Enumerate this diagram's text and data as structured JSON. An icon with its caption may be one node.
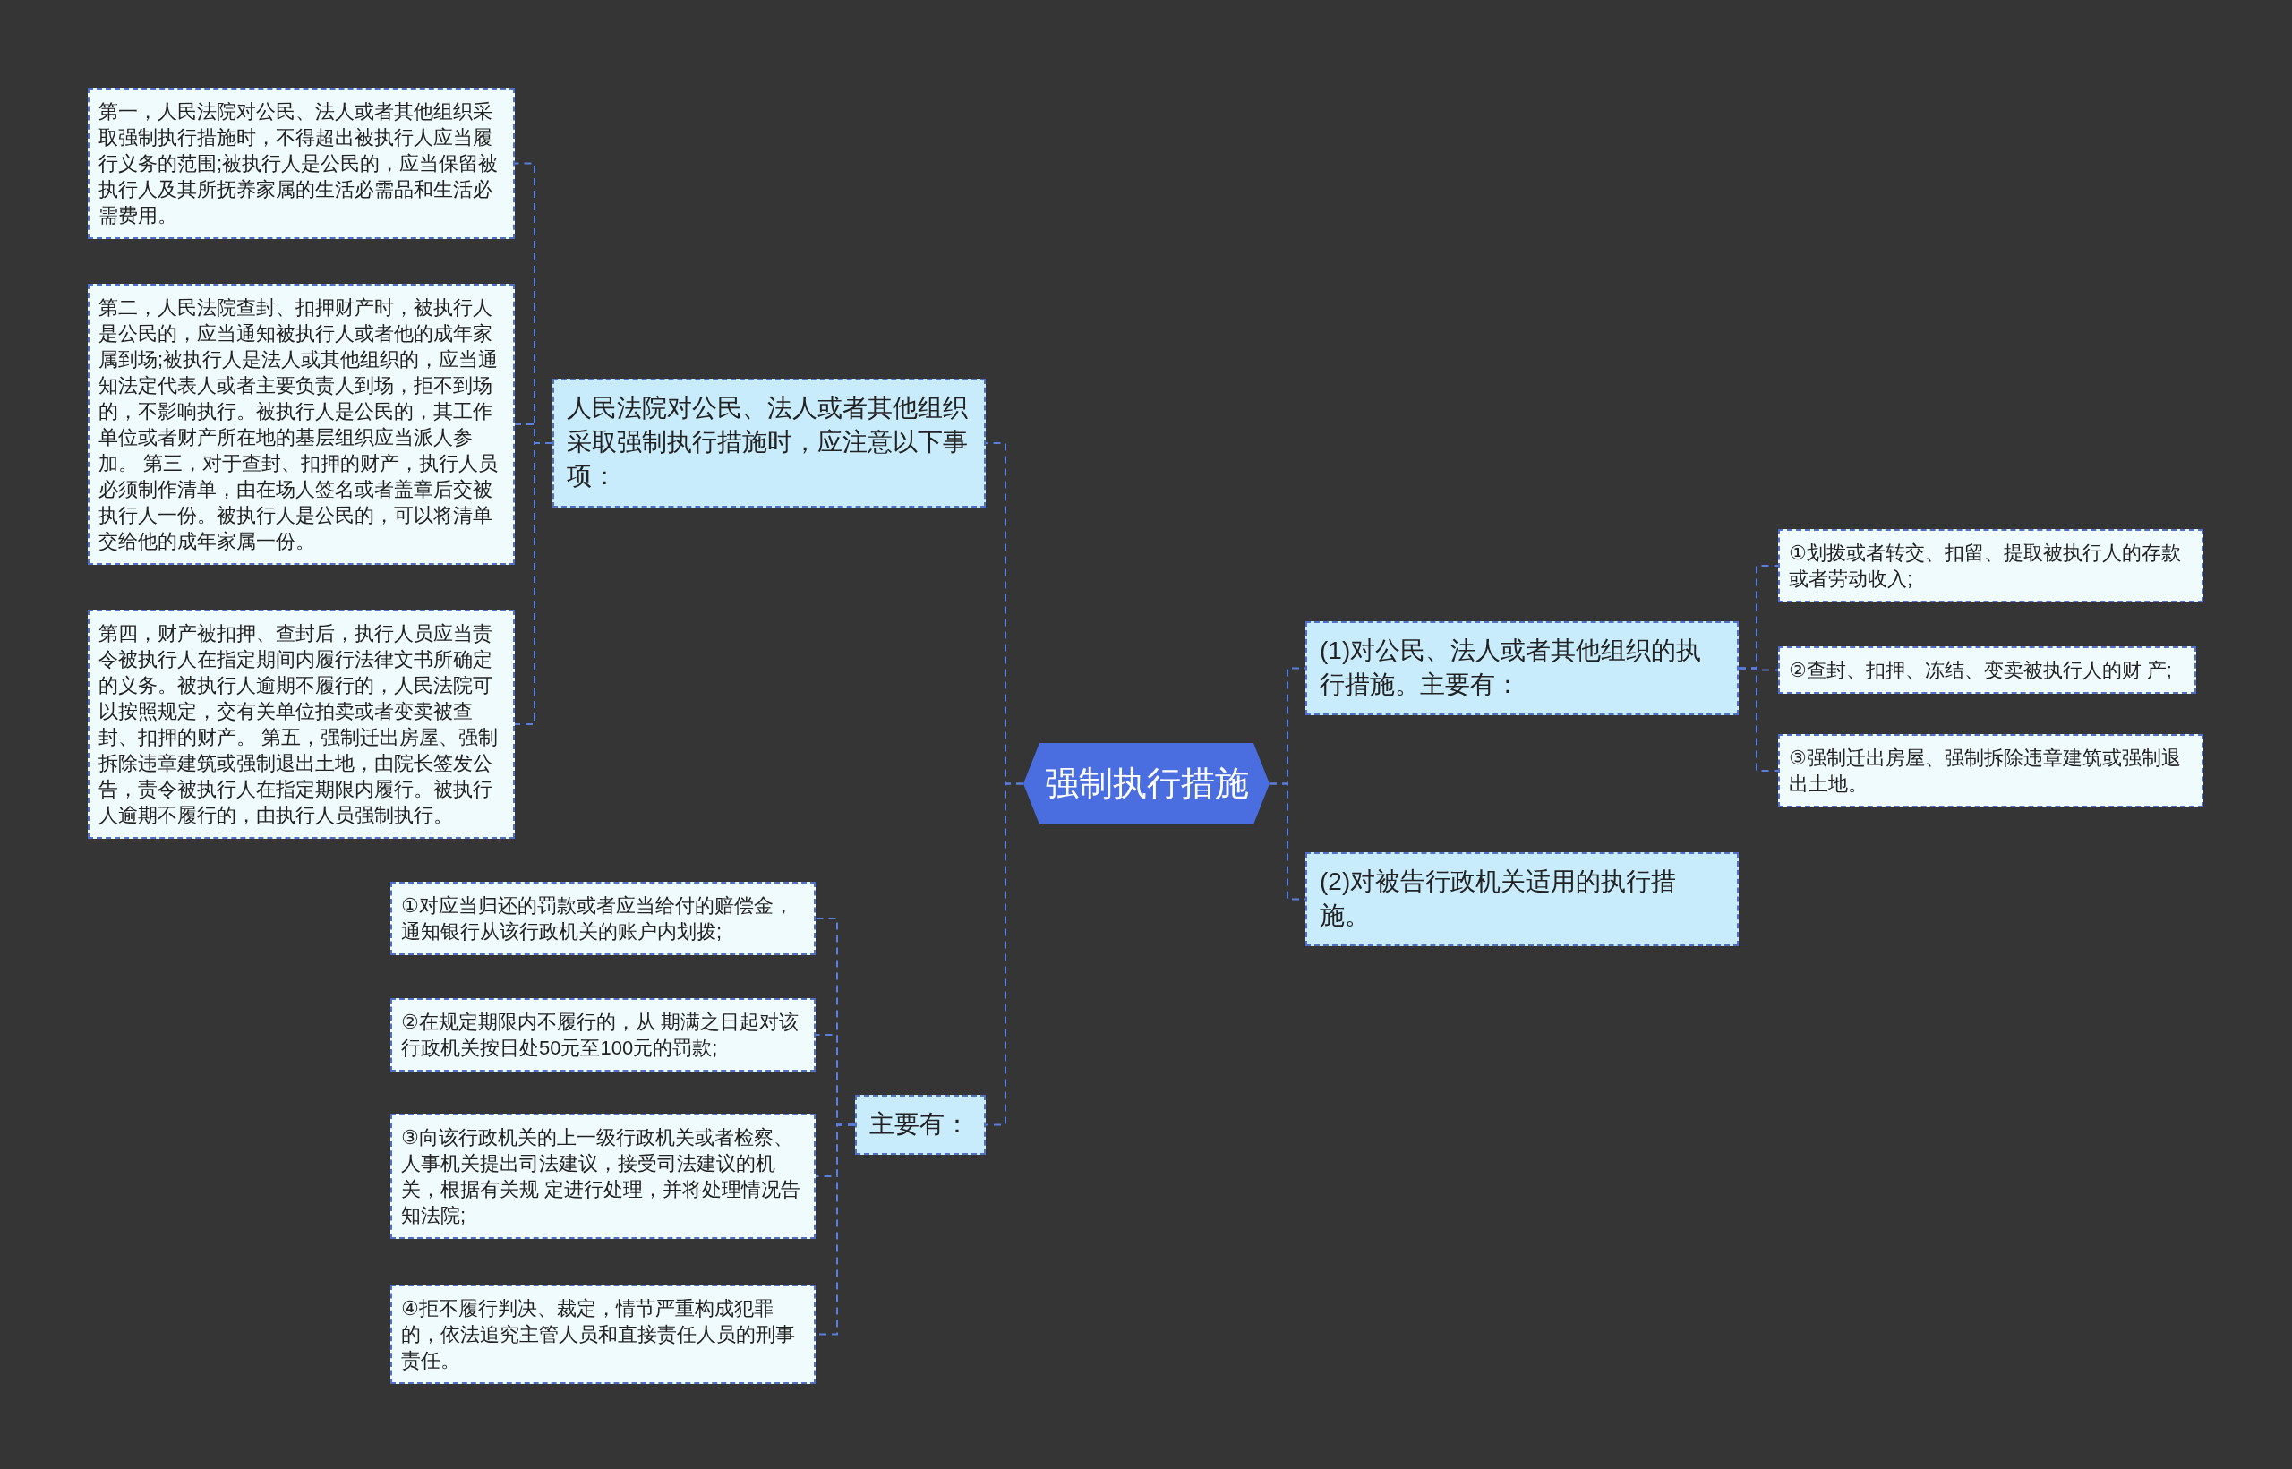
{
  "diagram": {
    "nodes": [
      {
        "text": [
          "强制执行措施"
        ]
      },
      {
        "text": [
          "人民法院对公民、法人或者其他组织采取强制执行措施时，应注意以下事项："
        ]
      },
      {
        "text": [
          "第一，人民法院对公民、法人或者其他组织采取强制执行措施时，不得超出被执行人应当履行义务的范围;被执行人是公民的，应当保留被执行人及其所抚养家属的生活必需品和生活必需费用。"
        ]
      },
      {
        "text": [
          "第二，人民法院查封、扣押财产时，被执行人是公民的，应当通知被执行人或者他的成年家属到场;被执行人是法人或其他组织的，应当通知法定代表人或者主要负责人到场，拒不到场的，不影响执行。被执行人是公民的，其工作单位或者财产所在地的基层组织应当派人参加。 第三，对于查封、扣押的财产，执行人员必须制作清单，由在场人签名或者盖章后交被执行人一份。被执行人是公民的，可以将清单交给他的成年家属一份。"
        ]
      },
      {
        "text": [
          "第四，财产被扣押、查封后，执行人员应当责令被执行人在指定期间内履行法律文书所确定的义务。被执行人逾期不履行的，人民法院可以按照规定，交有关单位拍卖或者变卖被查封、扣押的财产。 第五，强制迁出房屋、强制拆除违章建筑或强制退出土地，由院长签发公告，责令被执行人在指定期限内履行。被执行人逾期不履行的，由执行人员强制执行。"
        ]
      },
      {
        "text": [
          "主要有："
        ]
      },
      {
        "text": [
          "①对应当归还的罚款或者应当给付的赔偿金，通知银行从该行政机关的账户内划拨;"
        ]
      },
      {
        "text": [
          "②在规定期限内不履行的，从 期满之日起对该行政机关按日处50元至100元的罚款;"
        ]
      },
      {
        "text": [
          "③向该行政机关的上一级行政机关或者检察、人事机关提出司法建议，接受司法建议的机关，根据有关规 定进行处理，并将处理情况告知法院;"
        ]
      },
      {
        "text": [
          "④拒不履行判决、裁定，情节严重构成犯罪的，依法追究主管人员和直接责任人员的刑事责任。"
        ]
      },
      {
        "text": [
          "(1)对公民、法人或者其他组织的执行措施。主要有："
        ]
      },
      {
        "text": [
          "(2)对被告行政机关适用的执行措施。"
        ]
      },
      {
        "text": [
          "①划拨或者转交、扣留、提取被执行人的存款或者劳动收入;"
        ]
      },
      {
        "text": [
          "②查封、扣押、冻结、变卖被执行人的财 产;"
        ]
      },
      {
        "text": [
          "③强制迁出房屋、强制拆除违章建筑或强制退出土地。"
        ]
      }
    ],
    "edges": [
      {
        "from": 0,
        "to": 1,
        "arrow": "none"
      },
      {
        "from": 0,
        "to": 5,
        "arrow": "none"
      },
      {
        "from": 0,
        "to": 10,
        "arrow": "none"
      },
      {
        "from": 0,
        "to": 11,
        "arrow": "none"
      },
      {
        "from": 1,
        "to": 2,
        "arrow": "none"
      },
      {
        "from": 1,
        "to": 3,
        "arrow": "none"
      },
      {
        "from": 1,
        "to": 4,
        "arrow": "none"
      },
      {
        "from": 5,
        "to": 6,
        "arrow": "none"
      },
      {
        "from": 5,
        "to": 7,
        "arrow": "none"
      },
      {
        "from": 5,
        "to": 8,
        "arrow": "none"
      },
      {
        "from": 5,
        "to": 9,
        "arrow": "none"
      },
      {
        "from": 10,
        "to": 12,
        "arrow": "none"
      },
      {
        "from": 10,
        "to": 13,
        "arrow": "none"
      },
      {
        "from": 10,
        "to": 14,
        "arrow": "none"
      }
    ]
  }
}
